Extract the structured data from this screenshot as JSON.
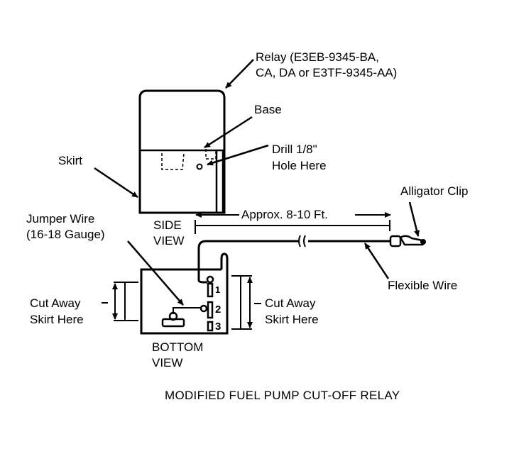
{
  "diagram": {
    "title": "MODIFIED FUEL PUMP CUT-OFF RELAY",
    "labels": {
      "relay_line1": "Relay (E3EB-9345-BA,",
      "relay_line2": "CA, DA or E3TF-9345-AA)",
      "base": "Base",
      "skirt": "Skirt",
      "drill_line1": "Drill 1/8\"",
      "drill_line2": "Hole Here",
      "alligator_clip": "Alligator Clip",
      "approx_length": "Approx. 8-10 Ft.",
      "side_view_line1": "SIDE",
      "side_view_line2": "VIEW",
      "jumper_line1": "Jumper Wire",
      "jumper_line2": "(16-18 Gauge)",
      "cut_left_line1": "Cut Away",
      "cut_left_line2": "Skirt Here",
      "cut_right_line1": "Cut Away",
      "cut_right_line2": "Skirt Here",
      "flexible_wire": "Flexible Wire",
      "bottom_view_line1": "BOTTOM",
      "bottom_view_line2": "VIEW",
      "terminal_1": "1",
      "terminal_2": "2",
      "terminal_3": "3"
    }
  }
}
